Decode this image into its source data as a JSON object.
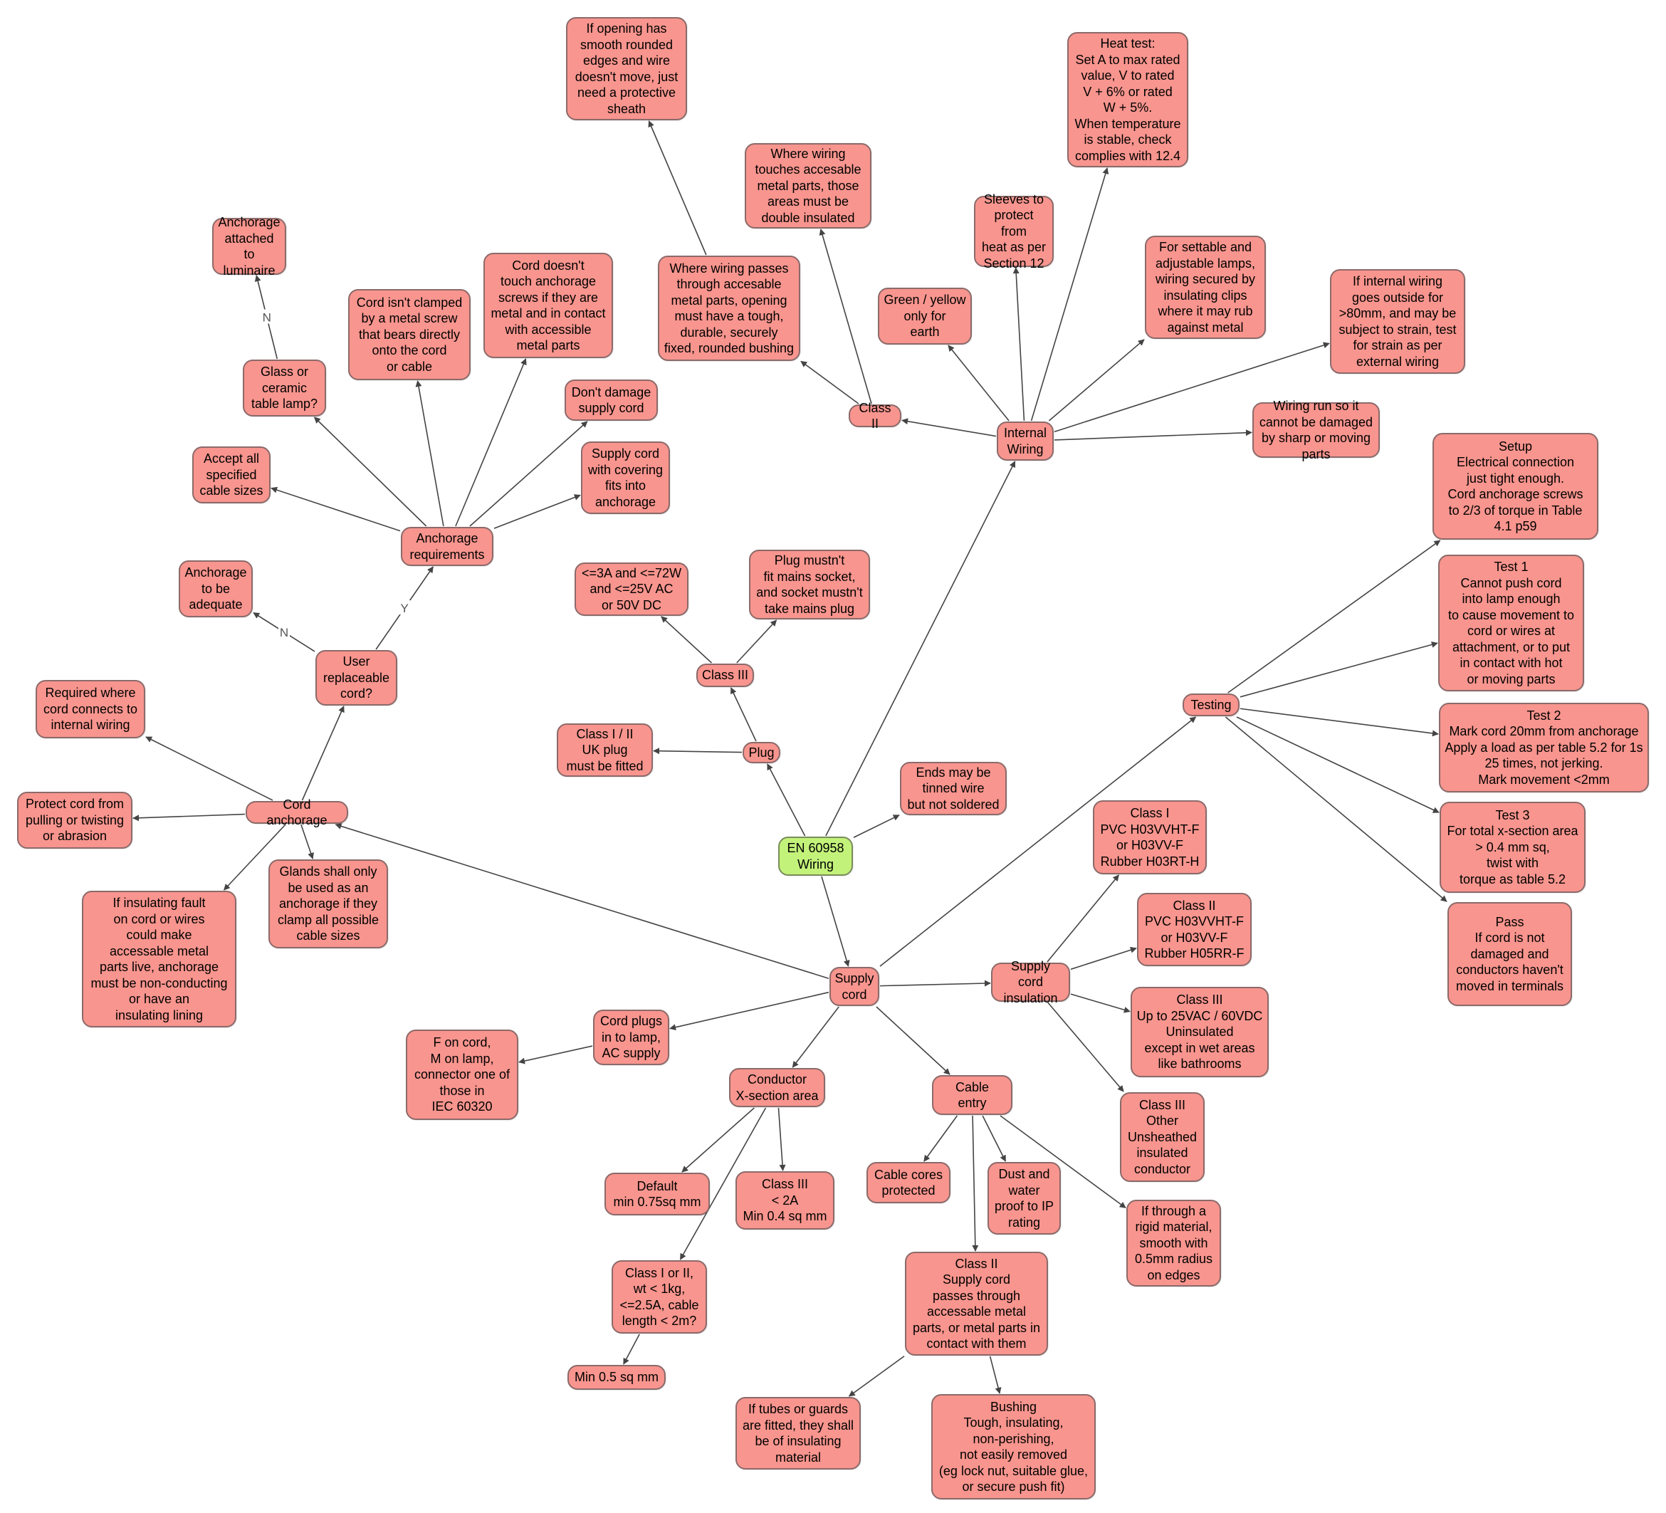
{
  "colors": {
    "node_fill": "#f8958e",
    "root_fill": "#c3f27a",
    "edge": "#444444"
  },
  "nodes": [
    {
      "id": "root",
      "label": "EN 60958\nWiring",
      "root": true
    },
    {
      "id": "supply",
      "label": "Supply\ncord"
    },
    {
      "id": "internal",
      "label": "Internal\nWiring"
    },
    {
      "id": "plug",
      "label": "Plug"
    },
    {
      "id": "ends",
      "label": "Ends may be\ntinned wire\nbut not soldered"
    },
    {
      "id": "class3",
      "label": "Class III"
    },
    {
      "id": "class12uk",
      "label": "Class I / II\nUK plug\nmust be fitted"
    },
    {
      "id": "limits3",
      "label": "<=3A and <=72W\nand <=25V AC\nor 50V DC"
    },
    {
      "id": "plugnot",
      "label": "Plug mustn't\nfit mains socket,\nand socket mustn't\ntake mains plug"
    },
    {
      "id": "classII",
      "label": "Class II"
    },
    {
      "id": "opening",
      "label": "If opening has\nsmooth rounded\nedges and wire\ndoesn't move, just\nneed a protective\nsheath"
    },
    {
      "id": "passes",
      "label": "Where wiring passes\nthrough accesable\nmetal parts, opening\nmust have a tough,\ndurable, securely\nfixed, rounded bushing"
    },
    {
      "id": "touches",
      "label": "Where wiring\ntouches accesable\nmetal parts, those\nareas must be\ndouble insulated"
    },
    {
      "id": "greenyellow",
      "label": "Green / yellow\nonly for\nearth"
    },
    {
      "id": "sleeves",
      "label": "Sleeves to\nprotect from\nheat as per\nSection 12"
    },
    {
      "id": "heattest",
      "label": "Heat test:\nSet A to max rated\nvalue,  V to rated\nV + 6% or rated\nW + 5%.\nWhen temperature\nis stable, check\ncomplies with 12.4"
    },
    {
      "id": "settable",
      "label": "For settable and\nadjustable lamps,\nwiring secured by\ninsulating clips\nwhere it may rub\nagainst metal"
    },
    {
      "id": "outside",
      "label": "If internal wiring\ngoes outside for\n>80mm, and may be\nsubject to strain, test\nfor strain as per\nexternal wiring"
    },
    {
      "id": "wiringrun",
      "label": "Wiring run so it\ncannot be damaged\nby sharp or moving parts"
    },
    {
      "id": "testing",
      "label": "Testing"
    },
    {
      "id": "setup",
      "label": "Setup\nElectrical connection\njust tight enough.\nCord anchorage screws\nto 2/3 of torque in Table 4.1 p59"
    },
    {
      "id": "test1",
      "label": "Test 1\nCannot push cord\ninto lamp enough\nto cause movement to\ncord or wires at\nattachment, or to put\nin contact with hot\nor moving parts"
    },
    {
      "id": "test2",
      "label": "Test 2\nMark cord 20mm from anchorage\nApply a load as per table 5.2 for 1s\n25 times, not jerking.\nMark movement <2mm"
    },
    {
      "id": "test3",
      "label": "Test 3\nFor total x-section area\n> 0.4 mm sq,\ntwist with\ntorque as table 5.2"
    },
    {
      "id": "pass",
      "label": "Pass\nIf cord is not\ndamaged and\nconductors haven't\nmoved in terminals"
    },
    {
      "id": "cordanch",
      "label": "Cord anchorage"
    },
    {
      "id": "userrep",
      "label": "User\nreplaceable\ncord?"
    },
    {
      "id": "anchreq",
      "label": "Anchorage\nrequirements"
    },
    {
      "id": "anchadeq",
      "label": "Anchorage\nto be\nadequate"
    },
    {
      "id": "acceptall",
      "label": "Accept all\nspecified\ncable sizes"
    },
    {
      "id": "glass",
      "label": "Glass or\nceramic\ntable lamp?"
    },
    {
      "id": "attached",
      "label": "Anchorage\nattached to\nluminaire"
    },
    {
      "id": "clamped",
      "label": "Cord isn't clamped\nby a metal screw\nthat bears directly\nonto the cord\nor cable"
    },
    {
      "id": "doesnttouch",
      "label": "Cord doesn't\ntouch anchorage\nscrews if they are\nmetal and in contact\nwith accessible\nmetal parts"
    },
    {
      "id": "dontdamage",
      "label": "Don't damage\nsupply cord"
    },
    {
      "id": "covering",
      "label": "Supply cord\nwith covering\nfits into\nanchorage"
    },
    {
      "id": "required",
      "label": "Required where\ncord connects to\ninternal wiring"
    },
    {
      "id": "protect",
      "label": "Protect cord from\npulling or twisting\nor abrasion"
    },
    {
      "id": "insfault",
      "label": "If insulating fault\non cord or wires\ncould make\naccessable metal\nparts live, anchorage\nmust be non-conducting\nor have an\ninsulating lining"
    },
    {
      "id": "glands",
      "label": "Glands shall only\nbe used as an\nanchorage if they\nclamp all possible\ncable sizes"
    },
    {
      "id": "cordplugs",
      "label": "Cord plugs\nin to lamp,\nAC supply"
    },
    {
      "id": "fcord",
      "label": "F on cord,\nM on lamp,\nconnector one of\nthose in\nIEC 60320"
    },
    {
      "id": "conductor",
      "label": "Conductor\nX-section area"
    },
    {
      "id": "default",
      "label": "Default\nmin 0.75sq mm"
    },
    {
      "id": "class3min",
      "label": "Class III\n< 2A\nMin 0.4 sq mm"
    },
    {
      "id": "class12",
      "label": "Class I or II,\nwt < 1kg,\n<=2.5A, cable\nlength < 2m?"
    },
    {
      "id": "min05",
      "label": "Min 0.5 sq mm"
    },
    {
      "id": "cableentry",
      "label": "Cable\nentry"
    },
    {
      "id": "cores",
      "label": "Cable cores\nprotected"
    },
    {
      "id": "dust",
      "label": "Dust and\nwater\nproof to IP\nrating"
    },
    {
      "id": "rigid",
      "label": "If through a\nrigid material,\nsmooth with\n0.5mm radius\non edges"
    },
    {
      "id": "classIIsupply",
      "label": "Class II\nSupply cord\npasses through\naccessable metal\nparts, or metal parts in\ncontact with them"
    },
    {
      "id": "tubes",
      "label": "If tubes or guards\nare fitted, they shall\nbe of insulating\nmaterial"
    },
    {
      "id": "bushing",
      "label": "Bushing\nTough, insulating,\nnon-perishing,\nnot easily removed\n(eg lock nut, suitable glue,\nor secure push fit)"
    },
    {
      "id": "supplyins",
      "label": "Supply cord\ninsulation"
    },
    {
      "id": "ins1",
      "label": "Class I\nPVC H03VVHT-F\nor  H03VV-F\nRubber H03RT-H"
    },
    {
      "id": "ins2",
      "label": "Class II\nPVC H03VVHT-F\nor  H03VV-F\nRubber H05RR-F"
    },
    {
      "id": "ins3",
      "label": "Class III\nUp to 25VAC / 60VDC\nUninsulated\nexcept in wet areas\nlike bathrooms"
    },
    {
      "id": "ins3b",
      "label": "Class III\nOther\nUnsheathed\ninsulated\nconductor"
    }
  ],
  "edges": [
    {
      "from": "root",
      "to": "internal"
    },
    {
      "from": "root",
      "to": "plug"
    },
    {
      "from": "root",
      "to": "ends"
    },
    {
      "from": "root",
      "to": "supply"
    },
    {
      "from": "plug",
      "to": "class12uk"
    },
    {
      "from": "plug",
      "to": "class3"
    },
    {
      "from": "class3",
      "to": "limits3"
    },
    {
      "from": "class3",
      "to": "plugnot"
    },
    {
      "from": "internal",
      "to": "classII"
    },
    {
      "from": "internal",
      "to": "greenyellow"
    },
    {
      "from": "internal",
      "to": "sleeves"
    },
    {
      "from": "internal",
      "to": "heattest"
    },
    {
      "from": "internal",
      "to": "settable"
    },
    {
      "from": "internal",
      "to": "outside"
    },
    {
      "from": "internal",
      "to": "wiringrun"
    },
    {
      "from": "classII",
      "to": "passes"
    },
    {
      "from": "classII",
      "to": "touches"
    },
    {
      "from": "passes",
      "to": "opening"
    },
    {
      "from": "supply",
      "to": "testing"
    },
    {
      "from": "supply",
      "to": "cordanch"
    },
    {
      "from": "supply",
      "to": "supplyins"
    },
    {
      "from": "supply",
      "to": "cordplugs"
    },
    {
      "from": "supply",
      "to": "conductor"
    },
    {
      "from": "supply",
      "to": "cableentry"
    },
    {
      "from": "testing",
      "to": "setup"
    },
    {
      "from": "testing",
      "to": "test1"
    },
    {
      "from": "testing",
      "to": "test2"
    },
    {
      "from": "testing",
      "to": "test3"
    },
    {
      "from": "testing",
      "to": "pass"
    },
    {
      "from": "cordanch",
      "to": "userrep"
    },
    {
      "from": "cordanch",
      "to": "required"
    },
    {
      "from": "cordanch",
      "to": "protect"
    },
    {
      "from": "cordanch",
      "to": "insfault"
    },
    {
      "from": "cordanch",
      "to": "glands"
    },
    {
      "from": "userrep",
      "to": "anchadeq",
      "label": "N"
    },
    {
      "from": "userrep",
      "to": "anchreq",
      "label": "Y"
    },
    {
      "from": "anchreq",
      "to": "acceptall"
    },
    {
      "from": "anchreq",
      "to": "glass"
    },
    {
      "from": "anchreq",
      "to": "clamped"
    },
    {
      "from": "anchreq",
      "to": "doesnttouch"
    },
    {
      "from": "anchreq",
      "to": "dontdamage"
    },
    {
      "from": "anchreq",
      "to": "covering"
    },
    {
      "from": "glass",
      "to": "attached",
      "label": "N"
    },
    {
      "from": "cordplugs",
      "to": "fcord"
    },
    {
      "from": "conductor",
      "to": "default"
    },
    {
      "from": "conductor",
      "to": "class3min"
    },
    {
      "from": "conductor",
      "to": "class12"
    },
    {
      "from": "class12",
      "to": "min05"
    },
    {
      "from": "cableentry",
      "to": "cores"
    },
    {
      "from": "cableentry",
      "to": "dust"
    },
    {
      "from": "cableentry",
      "to": "rigid"
    },
    {
      "from": "cableentry",
      "to": "classIIsupply"
    },
    {
      "from": "classIIsupply",
      "to": "tubes"
    },
    {
      "from": "classIIsupply",
      "to": "bushing"
    },
    {
      "from": "supplyins",
      "to": "ins1"
    },
    {
      "from": "supplyins",
      "to": "ins2"
    },
    {
      "from": "supplyins",
      "to": "ins3"
    },
    {
      "from": "supplyins",
      "to": "ins3b"
    }
  ]
}
